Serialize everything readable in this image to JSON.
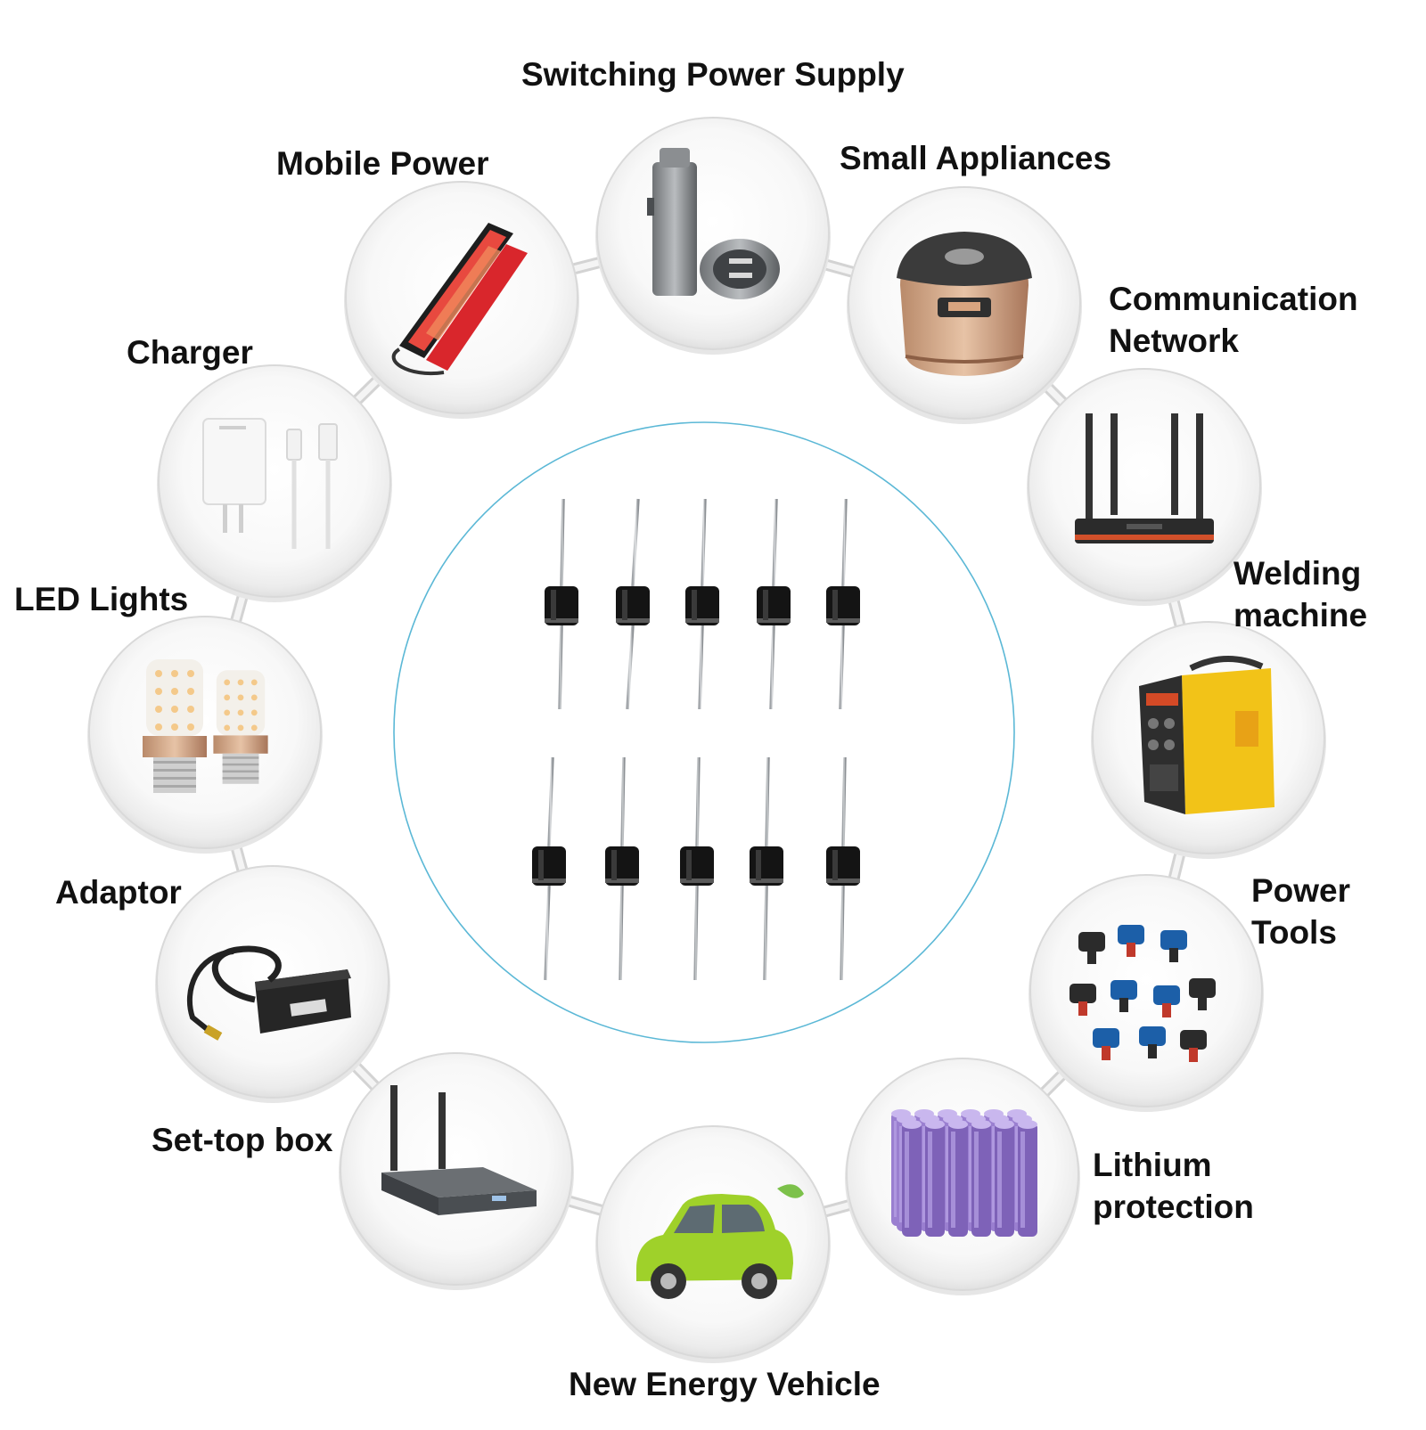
{
  "center": {
    "ring_color": "#5bb8d6",
    "product": "axial-diode-icon",
    "diode_count": 10
  },
  "applications": [
    {
      "id": "switching-power-supply",
      "lines": [
        "Switching Power Supply"
      ],
      "icon": "car-charger-icon"
    },
    {
      "id": "small-appliances",
      "lines": [
        "Small Appliances"
      ],
      "icon": "rice-cooker-icon"
    },
    {
      "id": "communication-network",
      "lines": [
        "Communication",
        "Network"
      ],
      "icon": "router-icon"
    },
    {
      "id": "welding-machine",
      "lines": [
        "Welding",
        "machine"
      ],
      "icon": "welding-machine-icon"
    },
    {
      "id": "power-tools",
      "lines": [
        "Power",
        "Tools"
      ],
      "icon": "power-tools-icon"
    },
    {
      "id": "lithium-protection",
      "lines": [
        "Lithium",
        "protection"
      ],
      "icon": "battery-cells-icon"
    },
    {
      "id": "new-energy-vehicle",
      "lines": [
        "New Energy Vehicle"
      ],
      "icon": "electric-car-icon"
    },
    {
      "id": "set-top-box",
      "lines": [
        "Set-top box"
      ],
      "icon": "set-top-box-icon"
    },
    {
      "id": "adaptor",
      "lines": [
        "Adaptor"
      ],
      "icon": "power-adapter-icon"
    },
    {
      "id": "led-lights",
      "lines": [
        "LED Lights"
      ],
      "icon": "led-bulb-icon"
    },
    {
      "id": "charger",
      "lines": [
        "Charger"
      ],
      "icon": "wall-charger-icon"
    },
    {
      "id": "mobile-power",
      "lines": [
        "Mobile Power"
      ],
      "icon": "power-bank-icon"
    }
  ],
  "colors": {
    "label_text": "#111111",
    "bubble_edge": "#d9d9d9",
    "connector": "#e2e2e2"
  }
}
